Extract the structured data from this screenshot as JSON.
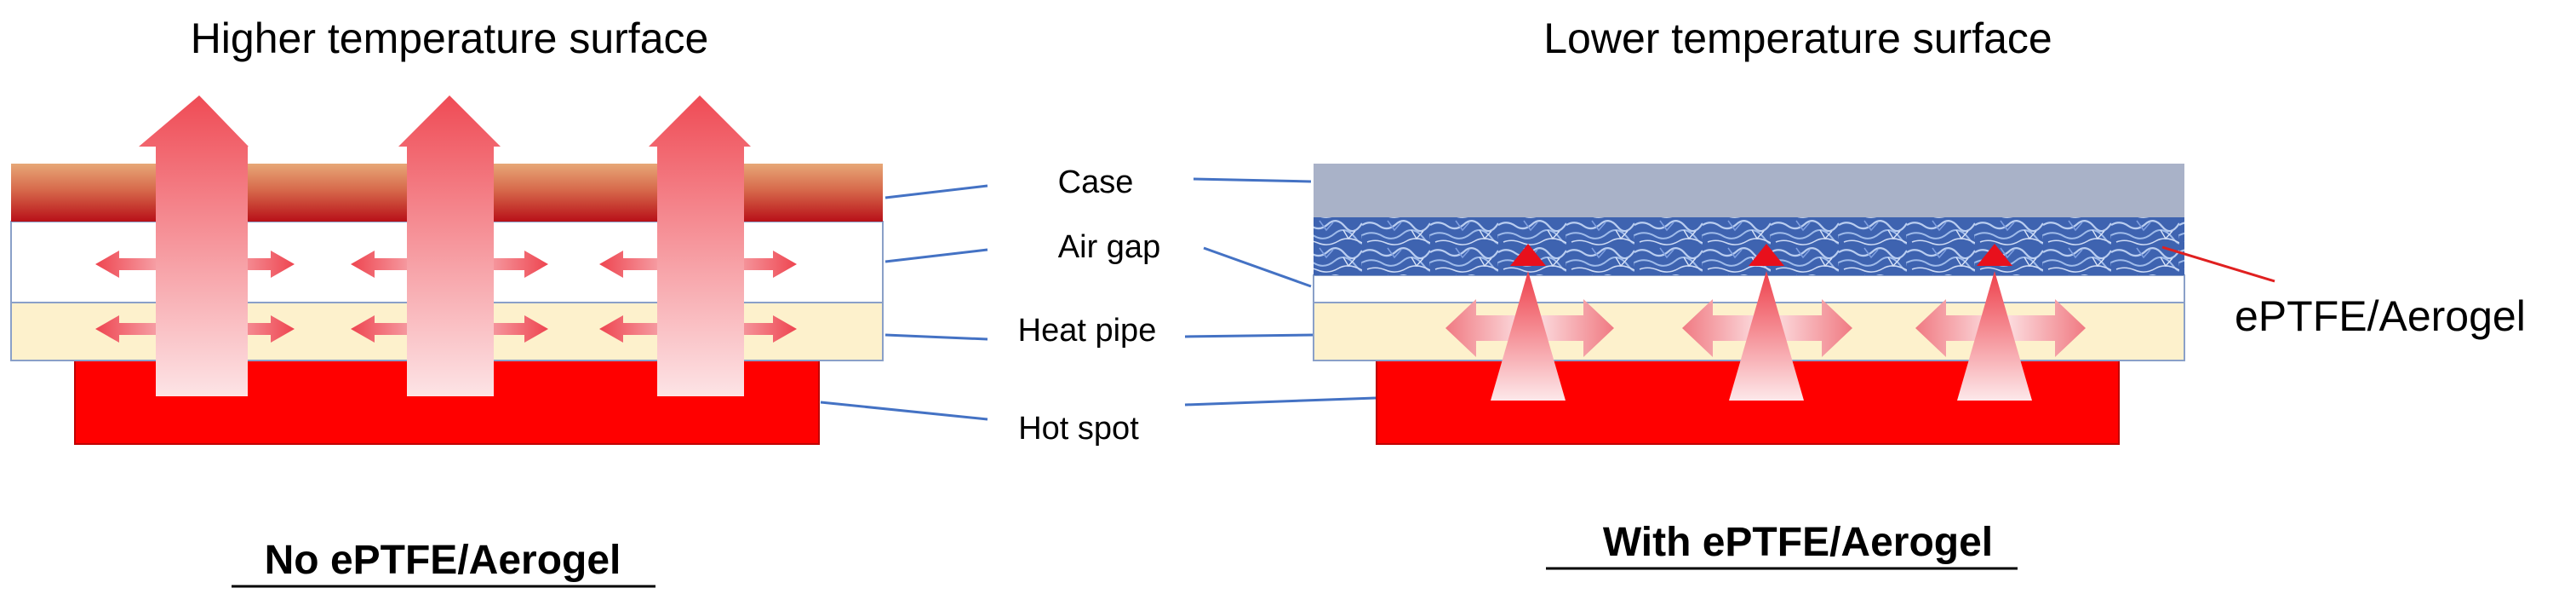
{
  "left_panel": {
    "top_caption": "Higher temperature surface",
    "bottom_caption": "No ePTFE/Aerogel"
  },
  "right_panel": {
    "top_caption": "Lower temperature surface",
    "bottom_caption": "With ePTFE/Aerogel",
    "insulation_label": "ePTFE/Aerogel"
  },
  "layers": {
    "case": "Case",
    "air_gap": "Air gap",
    "heat_pipe": "Heat pipe",
    "hot_spot": "Hot spot"
  },
  "colors": {
    "hot_spot": "#ff0000",
    "heat_pipe": "#fdf1cc",
    "case_cool": "#a9b2c8",
    "aerogel": "#3f68b8",
    "arrow": "#f05a63",
    "leader": "#4472c4",
    "insulation_leader": "#e02020"
  }
}
